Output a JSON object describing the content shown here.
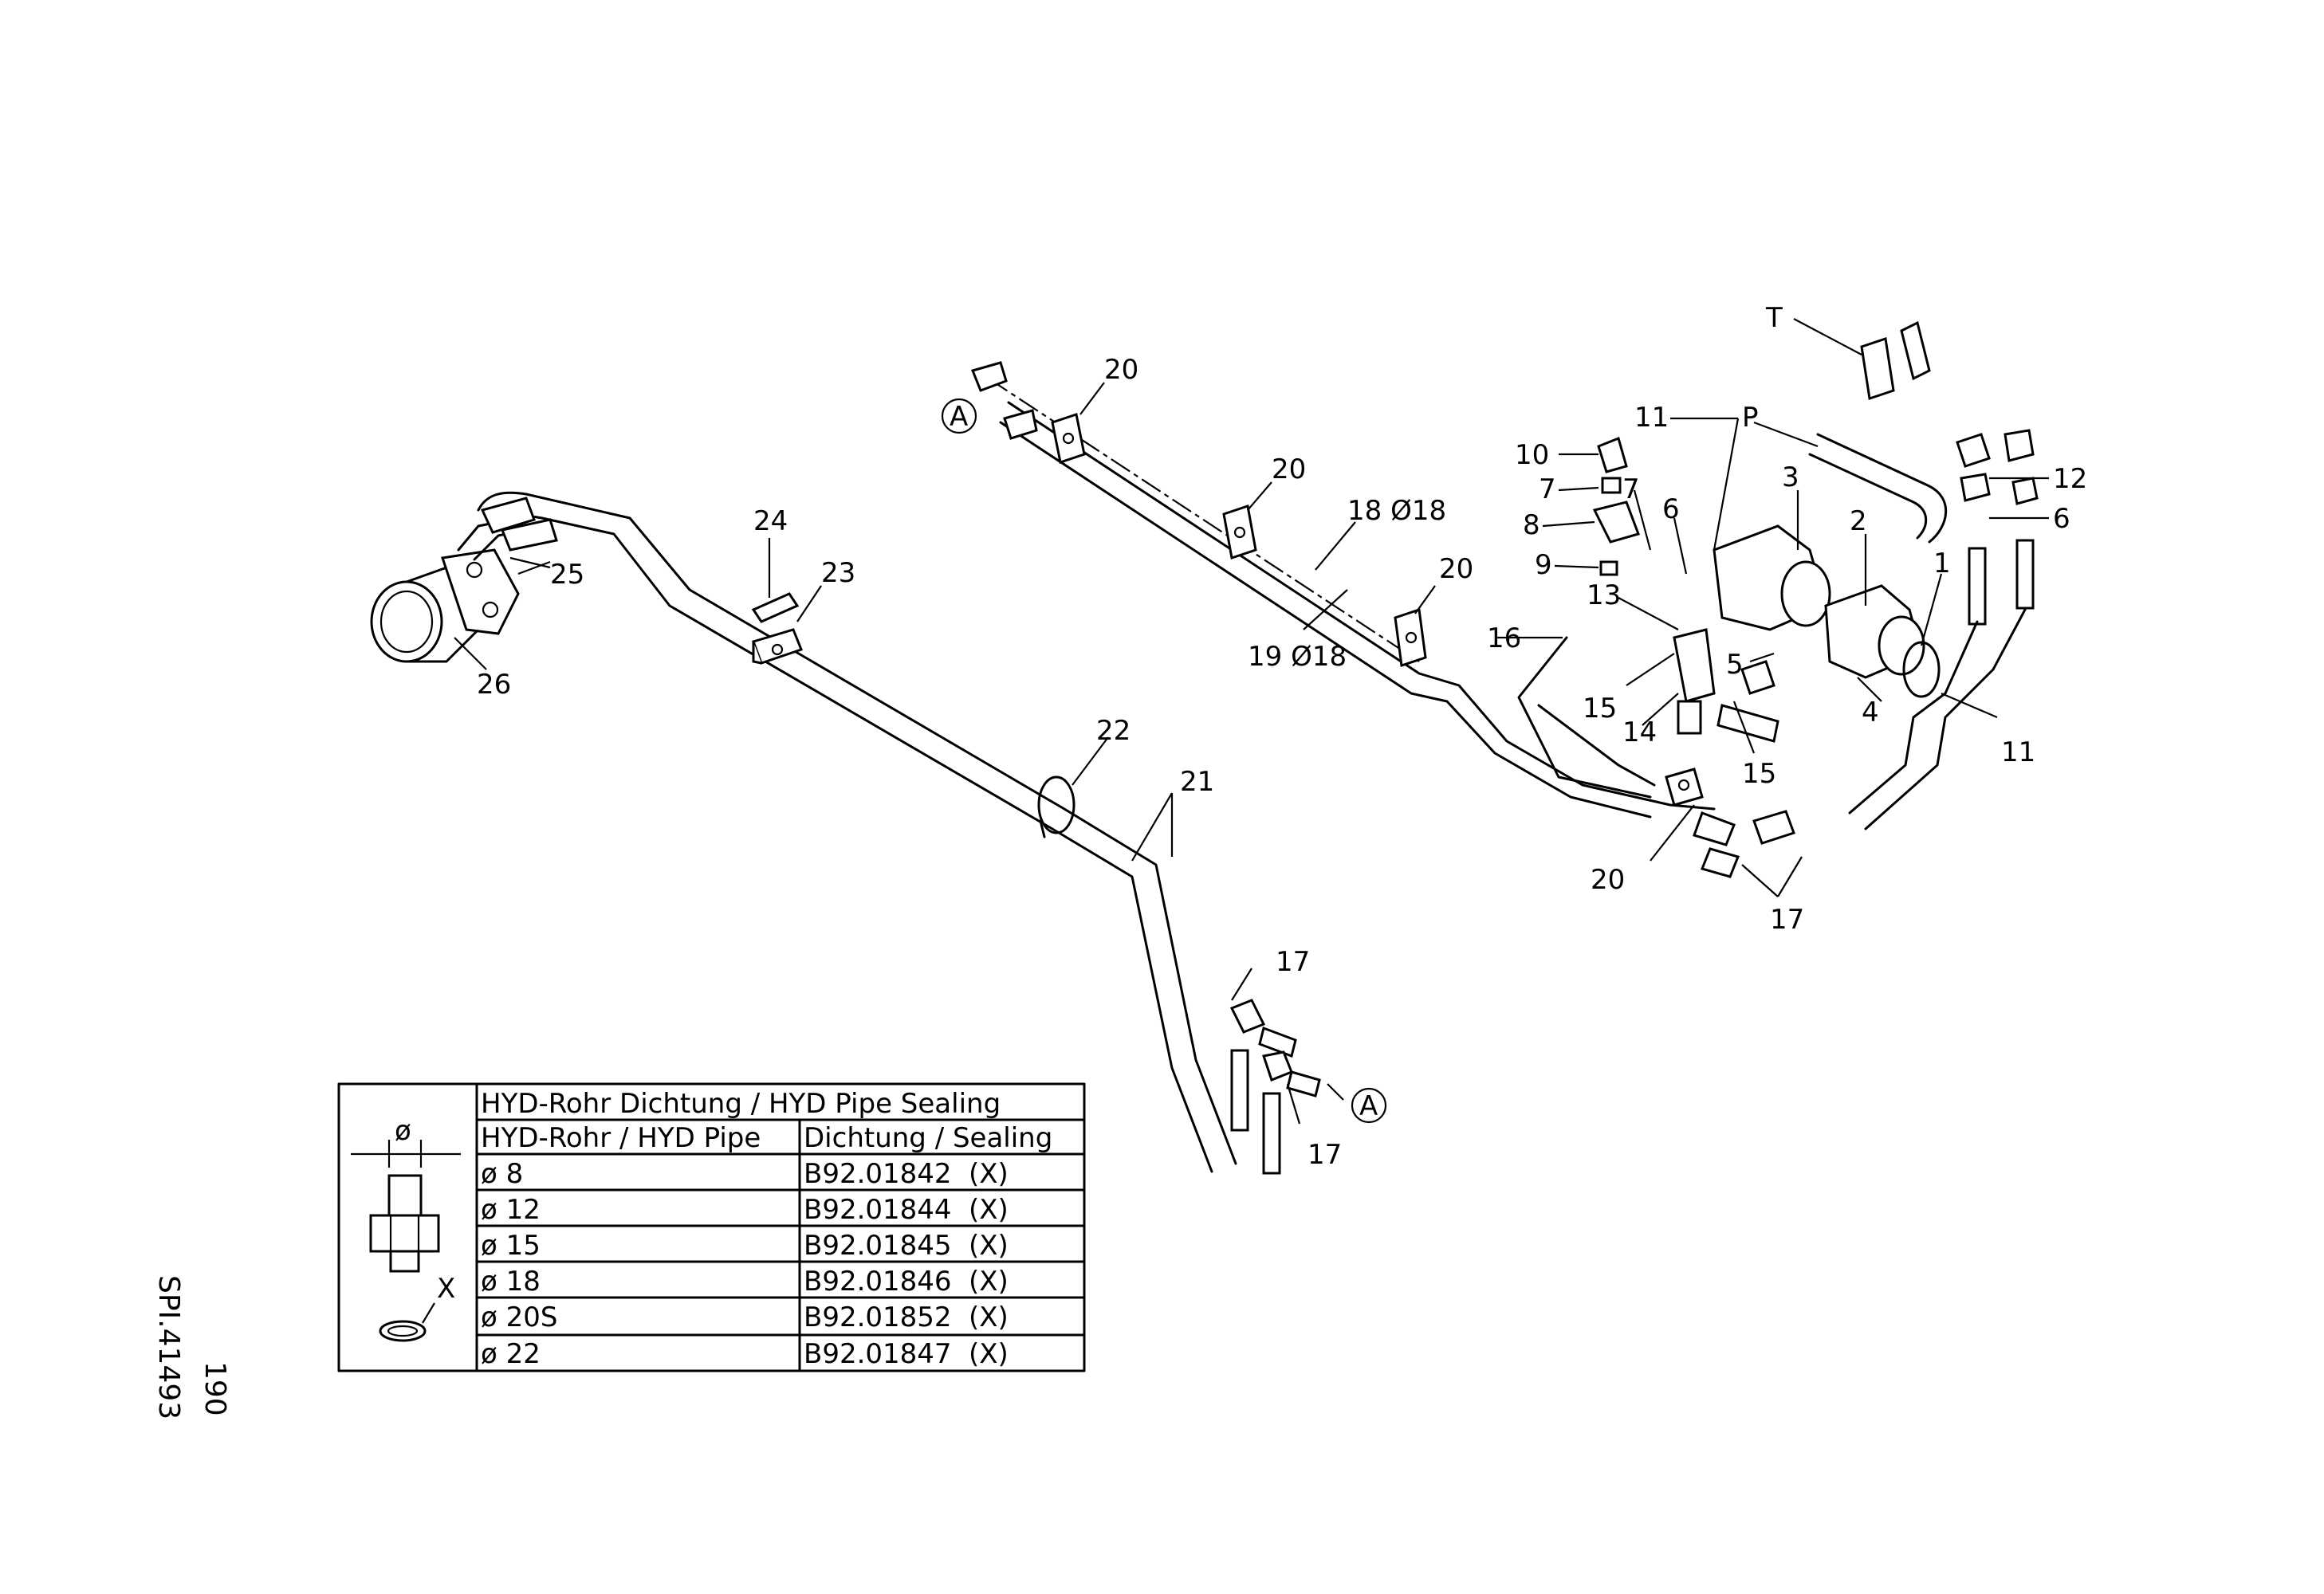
{
  "callouts": {
    "c1": "1",
    "c2": "2",
    "c3": "3",
    "c4": "4",
    "c5": "5",
    "c6a": "6",
    "c6b": "6",
    "c7a": "7",
    "c7b": "7",
    "c8": "8",
    "c9": "9",
    "c10": "10",
    "c11a": "11",
    "c11b": "11",
    "c12": "12",
    "c13": "13",
    "c14": "14",
    "c15a": "15",
    "c15b": "15",
    "c16": "16",
    "c17a": "17",
    "c17b": "17",
    "c17c": "17",
    "c18": "18  Ø18",
    "c19": "19  Ø18",
    "c20a": "20",
    "c20b": "20",
    "c20c": "20",
    "c20d": "20",
    "c21": "21",
    "c22": "22",
    "c23": "23",
    "c24": "24",
    "c25": "25",
    "c26": "26",
    "cT": "T",
    "cP": "P",
    "cA1": "A",
    "cA2": "A"
  },
  "table": {
    "title": "HYD-Rohr Dichtung / HYD Pipe Sealing",
    "col1_header": "HYD-Rohr / HYD Pipe",
    "col2_header": "Dichtung / Sealing",
    "diam_symbol": "ø",
    "seal_marker": "X",
    "rows": [
      {
        "pipe": "ø  8",
        "part": "B92.01842",
        "ref": "(X)"
      },
      {
        "pipe": "ø  12",
        "part": "B92.01844",
        "ref": "(X)"
      },
      {
        "pipe": "ø  15",
        "part": "B92.01845",
        "ref": "(X)"
      },
      {
        "pipe": "ø  18",
        "part": "B92.01846",
        "ref": "(X)"
      },
      {
        "pipe": "ø  20S",
        "part": "B92.01852",
        "ref": "(X)"
      },
      {
        "pipe": "ø  22",
        "part": "B92.01847",
        "ref": "(X)"
      }
    ]
  },
  "sidebar": {
    "page_number": "190",
    "drawing_code": "SPI.41493"
  }
}
